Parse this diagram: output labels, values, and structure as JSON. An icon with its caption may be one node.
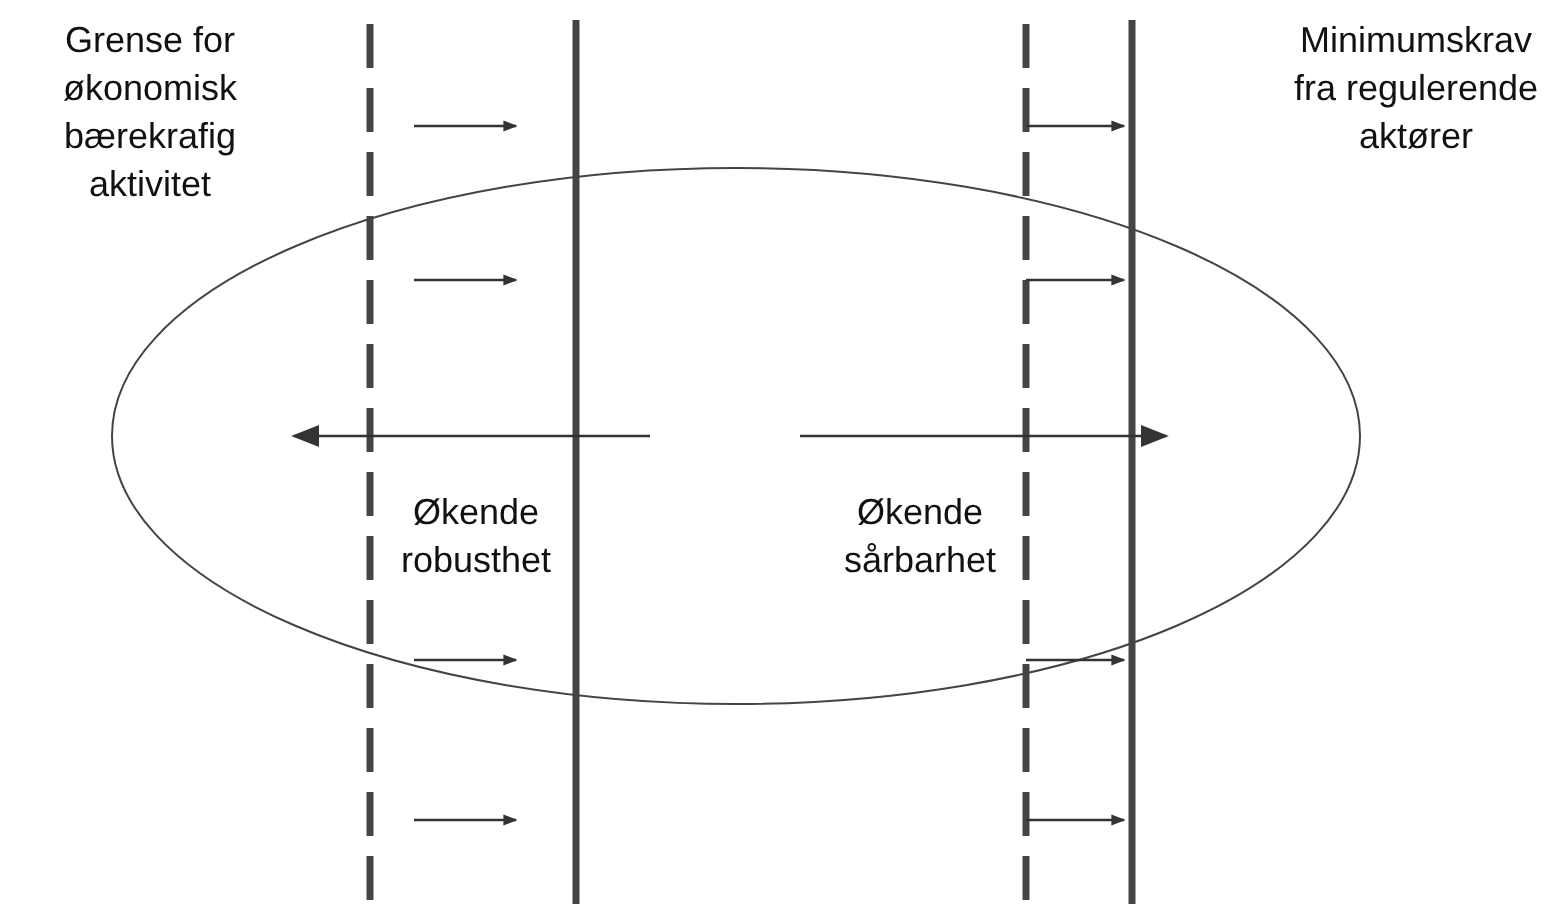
{
  "diagram": {
    "labels": [
      "Grense for økonomisk bærekrafig aktivitet",
      "Minimumskrav fra regulerende aktører",
      "Økende robusthet",
      "Økende sårbarhet"
    ]
  }
}
